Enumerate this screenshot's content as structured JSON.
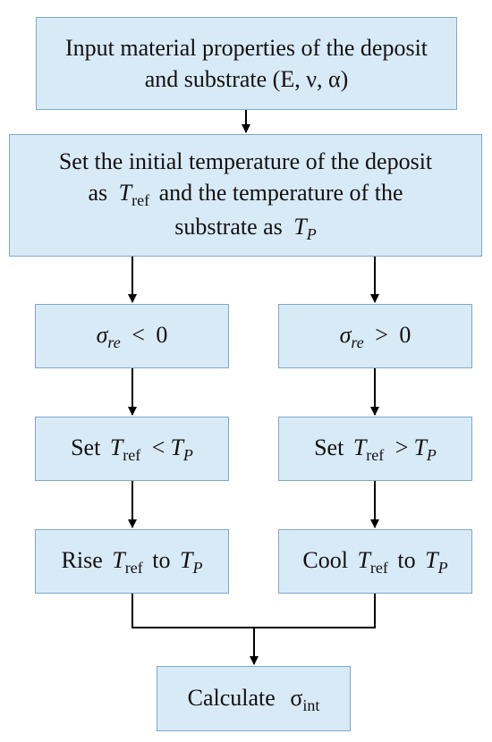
{
  "nodes": {
    "input": {
      "line1": "Input material properties of the deposit",
      "line2": "and substrate (E, ν, α)"
    },
    "set_initial": {
      "line1": "Set the initial temperature of the deposit",
      "line2_pre": "as",
      "line2_post": "and the temperature of the",
      "line3_pre": "substrate as"
    },
    "cond_left": {
      "lhs": "σ",
      "lhs_sub": "re",
      "op": "<",
      "rhs": "0"
    },
    "cond_right": {
      "lhs": "σ",
      "lhs_sub": "re",
      "op": ">",
      "rhs": "0"
    },
    "set_left": {
      "word": "Set",
      "op": "<"
    },
    "set_right": {
      "word": "Set",
      "op": ">"
    },
    "rise": {
      "verb": "Rise",
      "to": "to"
    },
    "cool": {
      "verb": "Cool",
      "to": "to"
    },
    "calc": {
      "verb": "Calculate",
      "symbol": "σ",
      "symbol_sub": "int"
    }
  },
  "symbols": {
    "T": "T",
    "ref": "ref",
    "P": "P"
  },
  "colors": {
    "box_fill": "#d9eaf7",
    "box_border": "#7fa8c9",
    "arrow": "#000000"
  }
}
